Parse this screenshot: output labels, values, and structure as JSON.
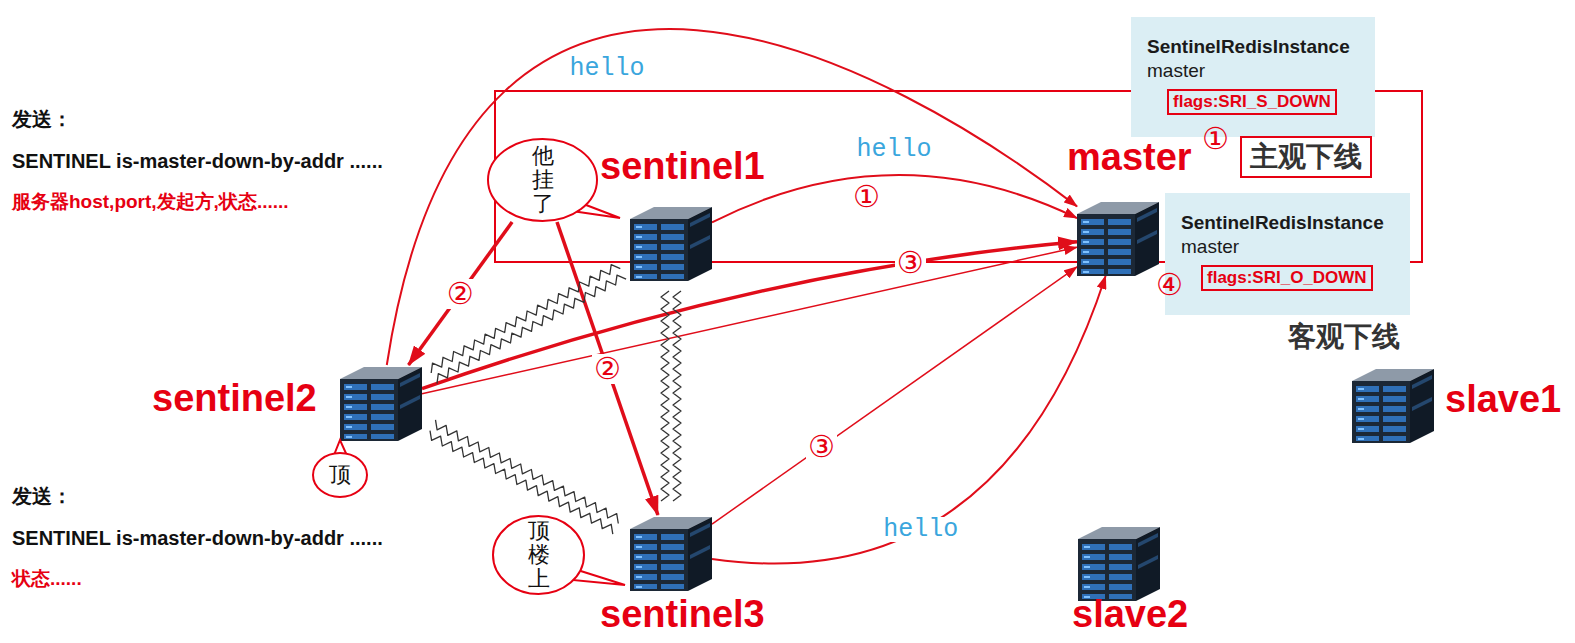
{
  "diagram": {
    "nodes": [
      {
        "text": [
          "SentinelRedisInstance",
          "master"
        ]
      },
      {
        "text": [
          "flags:SRI_S_DOWN"
        ],
        "in": 0
      },
      {
        "text": [
          "主观下线"
        ]
      },
      {
        "text": [
          "sentinel1"
        ]
      },
      {
        "text": [
          "master"
        ]
      },
      {
        "text": [
          "SentinelRedisInstance",
          "master"
        ]
      },
      {
        "text": [
          "flags:SRI_O_DOWN"
        ],
        "in": 5
      },
      {
        "text": [
          "他挂了"
        ]
      },
      {
        "text": [
          "sentinel2"
        ]
      },
      {
        "text": [
          "slave1"
        ]
      },
      {
        "text": [
          "顶"
        ]
      },
      {
        "text": [
          "顶楼上"
        ]
      },
      {
        "text": [
          "sentinel3"
        ]
      },
      {
        "text": [
          "slave2"
        ]
      }
    ],
    "edges": [
      {
        "from": 8,
        "to": 4,
        "arrow": "to",
        "label": "hello"
      },
      {
        "from": 3,
        "to": 4,
        "arrow": "to",
        "label": "hello"
      },
      {
        "from": 12,
        "to": 4,
        "arrow": "to",
        "label": "hello"
      },
      {
        "from": 8,
        "to": 4,
        "arrow": "to"
      },
      {
        "from": 8,
        "to": 4,
        "arrow": "to",
        "label": "③"
      },
      {
        "from": 12,
        "to": 4,
        "arrow": "to",
        "label": "③"
      },
      {
        "from": 7,
        "to": 8,
        "arrow": "to",
        "label": "②"
      },
      {
        "from": 7,
        "to": 12,
        "arrow": "to",
        "label": "②"
      },
      {
        "from": 3,
        "to": 8,
        "arrow": "none"
      },
      {
        "from": 3,
        "to": 12,
        "arrow": "none"
      },
      {
        "from": 8,
        "to": 12,
        "arrow": "none"
      }
    ],
    "labels": [
      "发送：",
      "SENTINEL is-master-down-by-addr ......",
      "服务器host,port,发起方,状态......",
      "①",
      "①",
      "④",
      "客观下线",
      "发送：",
      "SENTINEL is-master-down-by-addr ......",
      "状态......"
    ]
  }
}
